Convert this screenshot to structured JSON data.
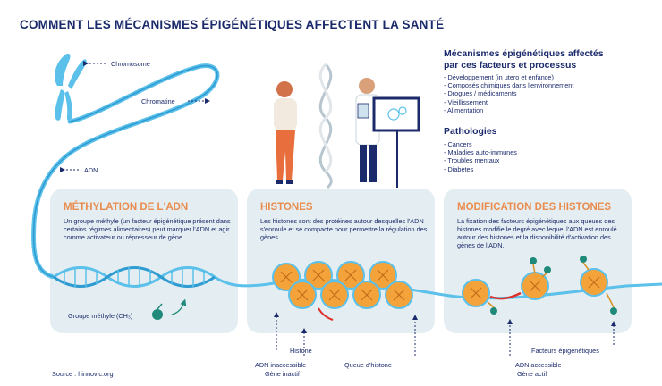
{
  "title": "COMMENT LES MÉCANISMES ÉPIGÉNÉTIQUES AFFECTENT LA SANTÉ",
  "labels": {
    "chromosome": "Chromosome",
    "chromatine": "Chromatine",
    "adn": "ADN",
    "groupe_methyle": "Groupe méthyle (CH₃)",
    "histone": "Histone",
    "adn_inaccessible": "ADN inaccessible",
    "gene_inactif": "Gène inactif",
    "queue_histone": "Queue d'histone",
    "facteurs": "Facteurs épigénétiques",
    "adn_accessible": "ADN accessible",
    "gene_actif": "Gène actif"
  },
  "panels": {
    "methylation": {
      "title": "MÉTHYLATION DE L'ADN",
      "text": "Un groupe méthyle (un facteur épigénétique présent dans certains régimes alimentaires) peut marquer l'ADN et agir comme activateur ou répresseur de gène."
    },
    "histones": {
      "title": "HISTONES",
      "text": "Les histones sont des protéines autour desquelles l'ADN s'enroule et se compacte pour permettre la régulation des gènes."
    },
    "modification": {
      "title": "MODIFICATION DES HISTONES",
      "text": "La fixation des facteurs épigénétiques aux queues des histones modifie le degré avec lequel l'ADN est enroulé autour des histones et la disponibilité d'activation des gènes de l'ADN."
    }
  },
  "sidebar": {
    "mechanisms_heading": "Mécanismes épigénétiques affectés par ces facteurs et processus",
    "mechanisms": [
      "- Développement (in utero et enfance)",
      "- Composés chimiques dans l'environnement",
      "- Drogues / médicaments",
      "- Vieillissement",
      "- Alimentation"
    ],
    "pathologies_heading": "Pathologies",
    "pathologies": [
      "- Cancers",
      "- Maladies auto-immunes",
      "- Troubles mentaux",
      "- Diabètes"
    ]
  },
  "source": "Source : hinnovic.org",
  "colors": {
    "navy": "#1b2a6b",
    "orange": "#e98c4d",
    "panel": "#e4eef2",
    "dna_blue": "#5bc0ea",
    "histone_orange": "#f3a33a",
    "teal": "#1f8a7a",
    "red": "#e0302a"
  }
}
